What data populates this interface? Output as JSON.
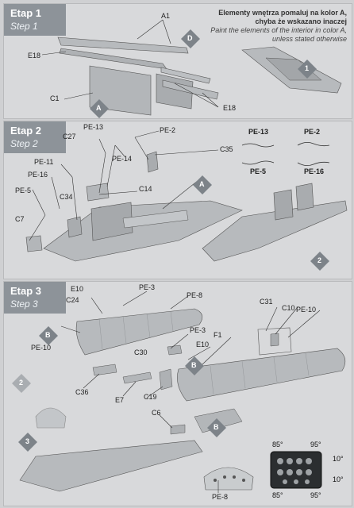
{
  "colors": {
    "panel": "#d8d9db",
    "header": "#8d9399",
    "part": "#b7babd",
    "part_dark": "#9da1a5",
    "badge": "#7d8389",
    "badge_text": "#ffffff",
    "line": "#333333"
  },
  "step1": {
    "title": "Etap 1",
    "subtitle": "Step 1",
    "note_pl": "Elementy wnętrza pomaluj na kolor A, chyba że wskazano inaczej",
    "note_en": "Paint the elements of the interior in color A, unless stated otherwise",
    "labels": {
      "a1": "A1",
      "e18a": "E18",
      "c1": "C1",
      "e18b": "E18"
    },
    "badges": {
      "d": "D",
      "a": "A",
      "result": "1"
    }
  },
  "step2": {
    "title": "Etap 2",
    "subtitle": "Step 2",
    "labels": {
      "c27": "C27",
      "pe13": "PE-13",
      "pe2": "PE-2",
      "c35": "C35",
      "pe14": "PE-14",
      "pe11": "PE-11",
      "pe16": "PE-16",
      "pe5": "PE-5",
      "c34": "C34",
      "c14": "C14",
      "c7": "C7"
    },
    "detail_labels": {
      "pe13": "PE-13",
      "pe2": "PE-2",
      "pe5": "PE-5",
      "pe16": "PE-16"
    },
    "badges": {
      "a": "A",
      "result": "2"
    }
  },
  "step3": {
    "title": "Etap 3",
    "subtitle": "Step 3",
    "labels": {
      "e10a": "E10",
      "pe3a": "PE-3",
      "c24": "C24",
      "pe8a": "PE-8",
      "pe10a": "PE-10",
      "pe3b": "PE-3",
      "c30": "C30",
      "e10b": "E10",
      "f1": "F1",
      "c31": "C31",
      "c10": "C10",
      "pe10b": "PE-10",
      "c36": "C36",
      "e7": "E7",
      "c19": "C19",
      "c6": "C6",
      "pe8b": "PE-8"
    },
    "badges": {
      "b1": "B",
      "b2": "B",
      "b3": "B",
      "ref2": "2",
      "result": "3"
    },
    "angles": {
      "tl": "85°",
      "tr": "95°",
      "rt": "10°",
      "rb": "10°",
      "bl": "85°",
      "br": "95°"
    }
  }
}
